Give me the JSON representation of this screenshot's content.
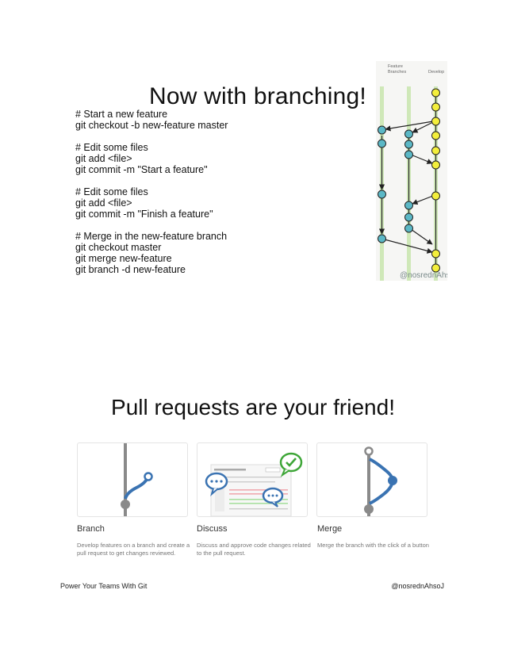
{
  "branching": {
    "title": "Now with branching!",
    "code_lines": [
      "# Start a new feature",
      "git checkout -b new-feature master",
      "",
      "# Edit some files",
      "git add <file>",
      "git commit -m \"Start a feature\"",
      "",
      "# Edit some files",
      "git add <file>",
      "git commit -m \"Finish a feature\"",
      "",
      "# Merge in the new-feature branch",
      "git checkout master",
      "git merge new-feature",
      "git branch -d new-feature"
    ],
    "diagram": {
      "label_feature": "Feature",
      "label_branches": "Branches",
      "label_develop": "Develop",
      "watermark": "@nosrednAhsoJ",
      "colors": {
        "feature_node": "#5bb8c6",
        "develop_node": "#f3ef3c",
        "lane": "#cfe8b8",
        "line": "#222222"
      }
    }
  },
  "pull_requests": {
    "title": "Pull requests are your friend!",
    "cards": [
      {
        "title": "Branch",
        "description": "Develop features on a branch and create a pull request to get changes reviewed."
      },
      {
        "title": "Discuss",
        "description": "Discuss and approve code changes related to the pull request."
      },
      {
        "title": "Merge",
        "description": "Merge the branch with the click of a button"
      }
    ],
    "colors": {
      "branch_blue": "#3a73b2",
      "trunk_gray": "#8a8a8a",
      "check_green": "#3ea638"
    }
  },
  "footer": {
    "left": "Power Your Teams With Git",
    "right": "@nosrednAhsoJ"
  }
}
